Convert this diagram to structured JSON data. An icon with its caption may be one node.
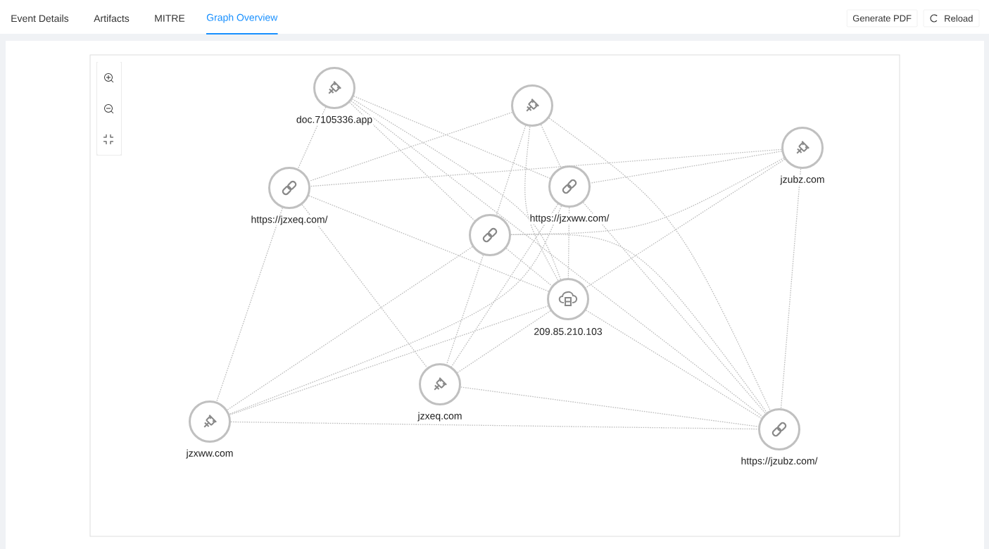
{
  "diagram": {
    "nodes": [
      {
        "text": [
          "doc.7105336.app"
        ]
      },
      {
        "text": [],
        "shape": "circle"
      },
      {
        "text": [
          "jzubz.com"
        ]
      },
      {
        "text": [
          "https://jzxeq.com/"
        ]
      },
      {
        "text": [
          "https://jzxww.com/"
        ]
      },
      {
        "text": [],
        "shape": "circle"
      },
      {
        "text": [
          "209.85.210.103"
        ]
      },
      {
        "text": [
          "jzxeq.com"
        ]
      },
      {
        "text": [
          "jzxww.com"
        ]
      },
      {
        "text": [
          "https://jzubz.com/"
        ]
      }
    ],
    "edges": [
      {
        "from": 0,
        "to": 3,
        "arrow": "none",
        "style": "dashed"
      },
      {
        "from": 0,
        "to": 4,
        "arrow": "none",
        "style": "dashed"
      },
      {
        "from": 0,
        "to": 5,
        "arrow": "none",
        "style": "dashed"
      },
      {
        "from": 0,
        "to": 6,
        "arrow": "none",
        "style": "dashed"
      },
      {
        "from": 0,
        "to": 9,
        "arrow": "none",
        "style": "dashed"
      },
      {
        "from": 1,
        "to": 3,
        "arrow": "none",
        "style": "dashed"
      },
      {
        "from": 1,
        "to": 4,
        "arrow": "none",
        "style": "dashed"
      },
      {
        "from": 1,
        "to": 5,
        "arrow": "none",
        "style": "dashed"
      },
      {
        "from": 1,
        "to": 6,
        "arrow": "none",
        "style": "dashed"
      },
      {
        "from": 1,
        "to": 9,
        "arrow": "none",
        "style": "dashed"
      },
      {
        "from": 2,
        "to": 3,
        "arrow": "none",
        "style": "dashed"
      },
      {
        "from": 2,
        "to": 4,
        "arrow": "none",
        "style": "dashed"
      },
      {
        "from": 2,
        "to": 5,
        "arrow": "none",
        "style": "dashed"
      },
      {
        "from": 2,
        "to": 6,
        "arrow": "none",
        "style": "dashed"
      },
      {
        "from": 2,
        "to": 9,
        "arrow": "none",
        "style": "dashed"
      },
      {
        "from": 3,
        "to": 6,
        "arrow": "none",
        "style": "dashed"
      },
      {
        "from": 3,
        "to": 7,
        "arrow": "none",
        "style": "dashed"
      },
      {
        "from": 3,
        "to": 8,
        "arrow": "none",
        "style": "dashed"
      },
      {
        "from": 4,
        "to": 6,
        "arrow": "none",
        "style": "dashed"
      },
      {
        "from": 4,
        "to": 7,
        "arrow": "none",
        "style": "dashed"
      },
      {
        "from": 4,
        "to": 8,
        "arrow": "none",
        "style": "dashed"
      },
      {
        "from": 4,
        "to": 9,
        "arrow": "none",
        "style": "dashed"
      },
      {
        "from": 5,
        "to": 6,
        "arrow": "none",
        "style": "dashed"
      },
      {
        "from": 5,
        "to": 7,
        "arrow": "none",
        "style": "dashed"
      },
      {
        "from": 5,
        "to": 8,
        "arrow": "none",
        "style": "dashed"
      },
      {
        "from": 5,
        "to": 9,
        "arrow": "none",
        "style": "dashed"
      },
      {
        "from": 6,
        "to": 7,
        "arrow": "none",
        "style": "dashed"
      },
      {
        "from": 6,
        "to": 8,
        "arrow": "none",
        "style": "dashed"
      },
      {
        "from": 6,
        "to": 9,
        "arrow": "none",
        "style": "dashed"
      },
      {
        "from": 7,
        "to": 9,
        "arrow": "none",
        "style": "dashed"
      },
      {
        "from": 8,
        "to": 9,
        "arrow": "none",
        "style": "dashed"
      }
    ],
    "labels": [
      "Event Details",
      "Artifacts",
      "MITRE",
      "Graph Overview",
      "Generate PDF",
      "Reload"
    ]
  }
}
